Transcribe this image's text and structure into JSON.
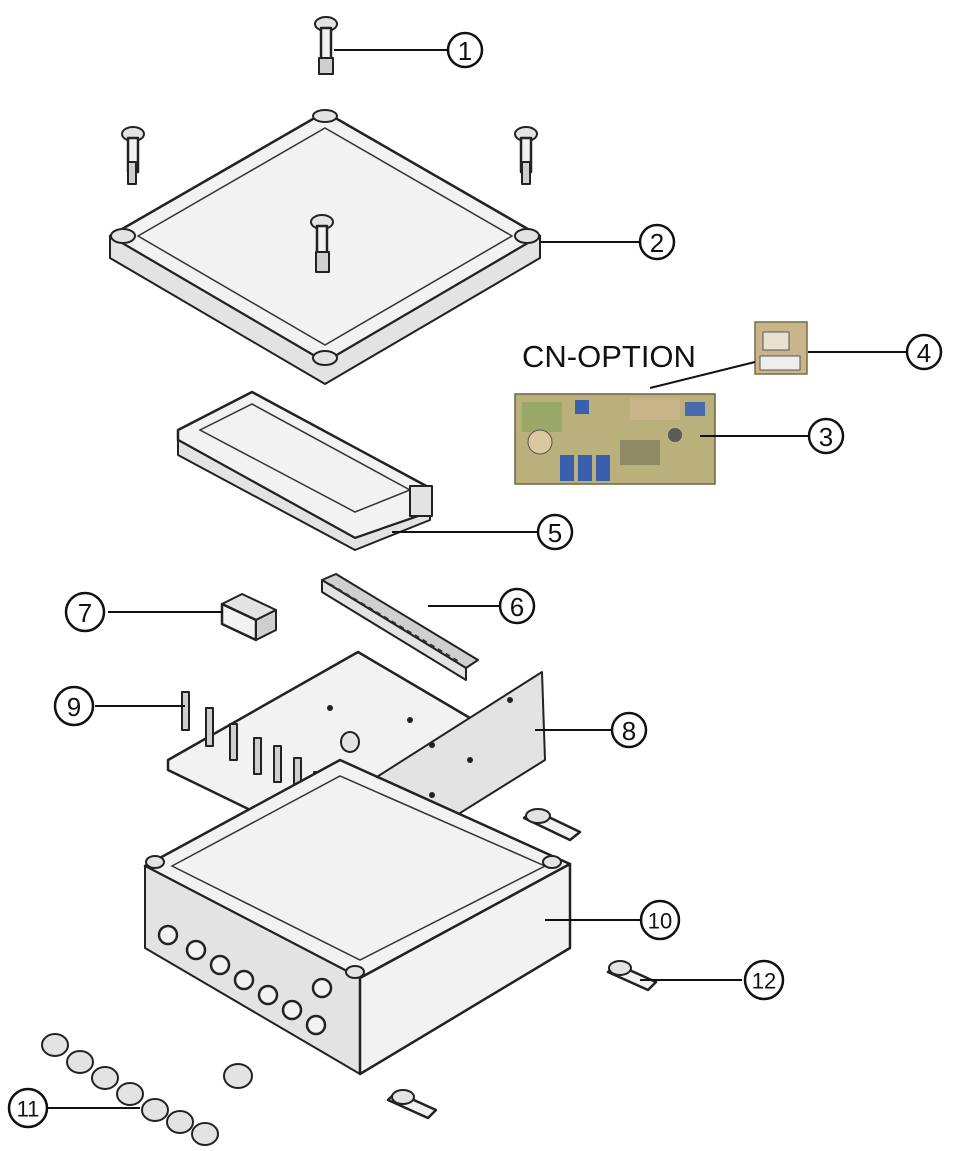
{
  "caption": "CN-OPTION",
  "callouts": {
    "c1": "1",
    "c2": "2",
    "c3": "3",
    "c4": "4",
    "c5": "5",
    "c6": "6",
    "c7": "7",
    "c8": "8",
    "c9": "9",
    "c10": "10",
    "c11": "11",
    "c12": "12"
  },
  "colors": {
    "line": "#111111",
    "part_fill": "#f2f2f2",
    "pcb_green": "#9aa86a",
    "pcb_blue": "#3a5fae",
    "pcb_tan": "#c9b58a"
  }
}
